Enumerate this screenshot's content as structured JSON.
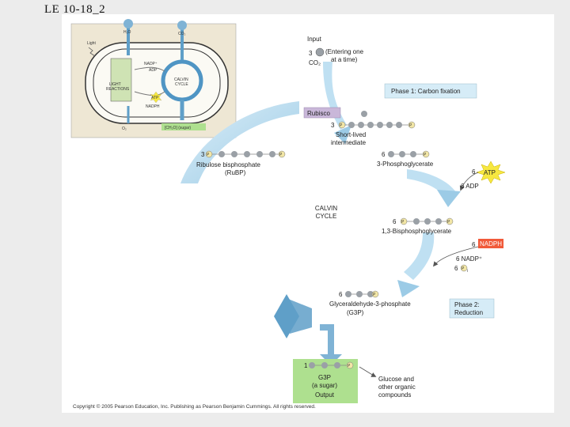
{
  "slide_title": "LE 10-18_2",
  "inset": {
    "h2o": "H₂O",
    "co2": "CO₂",
    "light": "Light",
    "nadp_plus": "NADP⁺",
    "adp": "ADP",
    "light_reactions_1": "LIGHT",
    "light_reactions_2": "REACTIONS",
    "calvin_1": "CALVIN",
    "calvin_2": "CYCLE",
    "atp": "ATP",
    "nadph": "NADPH",
    "o2": "O₂",
    "sugar": "[CH₂O] (sugar)"
  },
  "input": {
    "title": "Input",
    "count": "3",
    "entering_1": "(Entering one",
    "entering_2": "at a time)",
    "co2": "CO₂"
  },
  "phase1": "Phase 1: Carbon fixation",
  "rubisco": "Rubisco",
  "short_lived": {
    "count": "3",
    "line1": "Short-lived",
    "line2": "intermediate",
    "p": "P"
  },
  "rubp": {
    "count": "3",
    "line1": "Ribulose bisphosphate",
    "line2": "(RuBP)",
    "p": "P"
  },
  "pga": {
    "count": "6",
    "label": "3-Phosphoglycerate",
    "p": "P"
  },
  "atp_in": {
    "count": "6",
    "label": "ATP"
  },
  "adp_out": "6 ADP",
  "calvin": {
    "line1": "CALVIN",
    "line2": "CYCLE"
  },
  "bpg": {
    "count": "6",
    "label": "1,3-Bisphosphoglycerate",
    "p": "P"
  },
  "nadph_in": {
    "count": "6",
    "label": "NADPH"
  },
  "nadp_out": "6 NADP⁺",
  "pi_out": {
    "count": "6",
    "p": "P",
    "sub": "i"
  },
  "g3p": {
    "count": "6",
    "line1": "Glyceraldehyde-3-phosphate",
    "line2": "(G3P)",
    "p": "P"
  },
  "phase2": {
    "line1": "Phase 2:",
    "line2": "Reduction"
  },
  "output": {
    "count": "1",
    "line1": "G3P",
    "line2": "(a sugar)",
    "line3": "Output",
    "p": "P"
  },
  "glucose": {
    "line1": "Glucose and",
    "line2": "other organic",
    "line3": "compounds"
  },
  "copyright": "Copyright © 2005 Pearson Education, Inc. Publishing as Pearson Benjamin Cummings. All rights reserved.",
  "colors": {
    "carbon": "#9aa0a6",
    "phosphate": "#f2e6a6",
    "arrow": "#b9dbee",
    "arrow_dark": "#5f9fc8",
    "phase_box": "#d6ecf7",
    "rubisco": "#c9b7d9",
    "atp_star": "#f7e840",
    "nadph_box": "#f15a3a",
    "g3p_box": "#aee08f",
    "inset_bg": "#eee7d4"
  }
}
